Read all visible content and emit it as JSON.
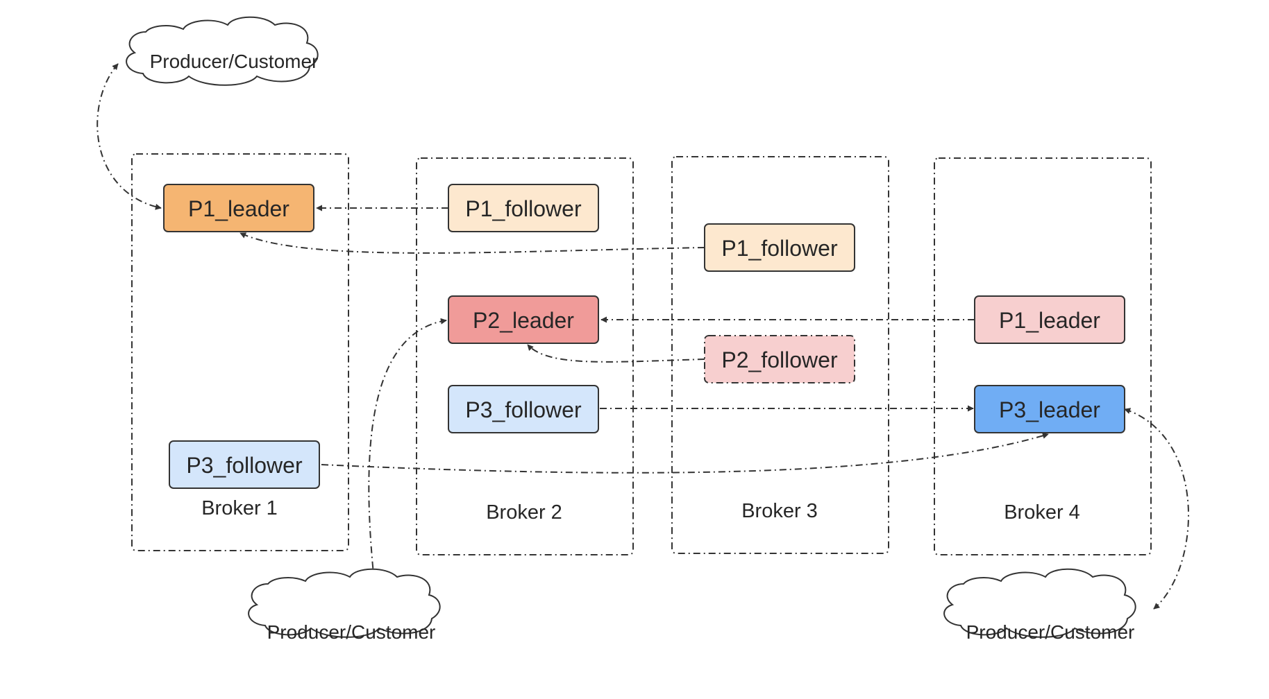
{
  "brokers": [
    {
      "label": "Broker 1"
    },
    {
      "label": "Broker 2"
    },
    {
      "label": "Broker 3"
    },
    {
      "label": "Broker 4"
    }
  ],
  "partitions": {
    "b1_p1_leader": {
      "label": "P1_leader",
      "fill": "#f5b572"
    },
    "b1_p3_follower": {
      "label": "P3_follower",
      "fill": "#d4e6fb"
    },
    "b2_p1_follower": {
      "label": "P1_follower",
      "fill": "#fde8cf"
    },
    "b2_p2_leader": {
      "label": "P2_leader",
      "fill": "#f09b99"
    },
    "b2_p3_follower": {
      "label": "P3_follower",
      "fill": "#d4e6fb"
    },
    "b3_p1_follower": {
      "label": "P1_follower",
      "fill": "#fde8cf"
    },
    "b3_p2_follower": {
      "label": "P2_follower",
      "fill": "#f7cfcf"
    },
    "b4_p1_leader": {
      "label": "P1_leader",
      "fill": "#f7cfcf"
    },
    "b4_p3_leader": {
      "label": "P3_leader",
      "fill": "#70adf4"
    }
  },
  "clouds": [
    {
      "label": "Producer/Customer"
    },
    {
      "label": "Producer/Customer"
    },
    {
      "label": "Producer/Customer"
    }
  ]
}
